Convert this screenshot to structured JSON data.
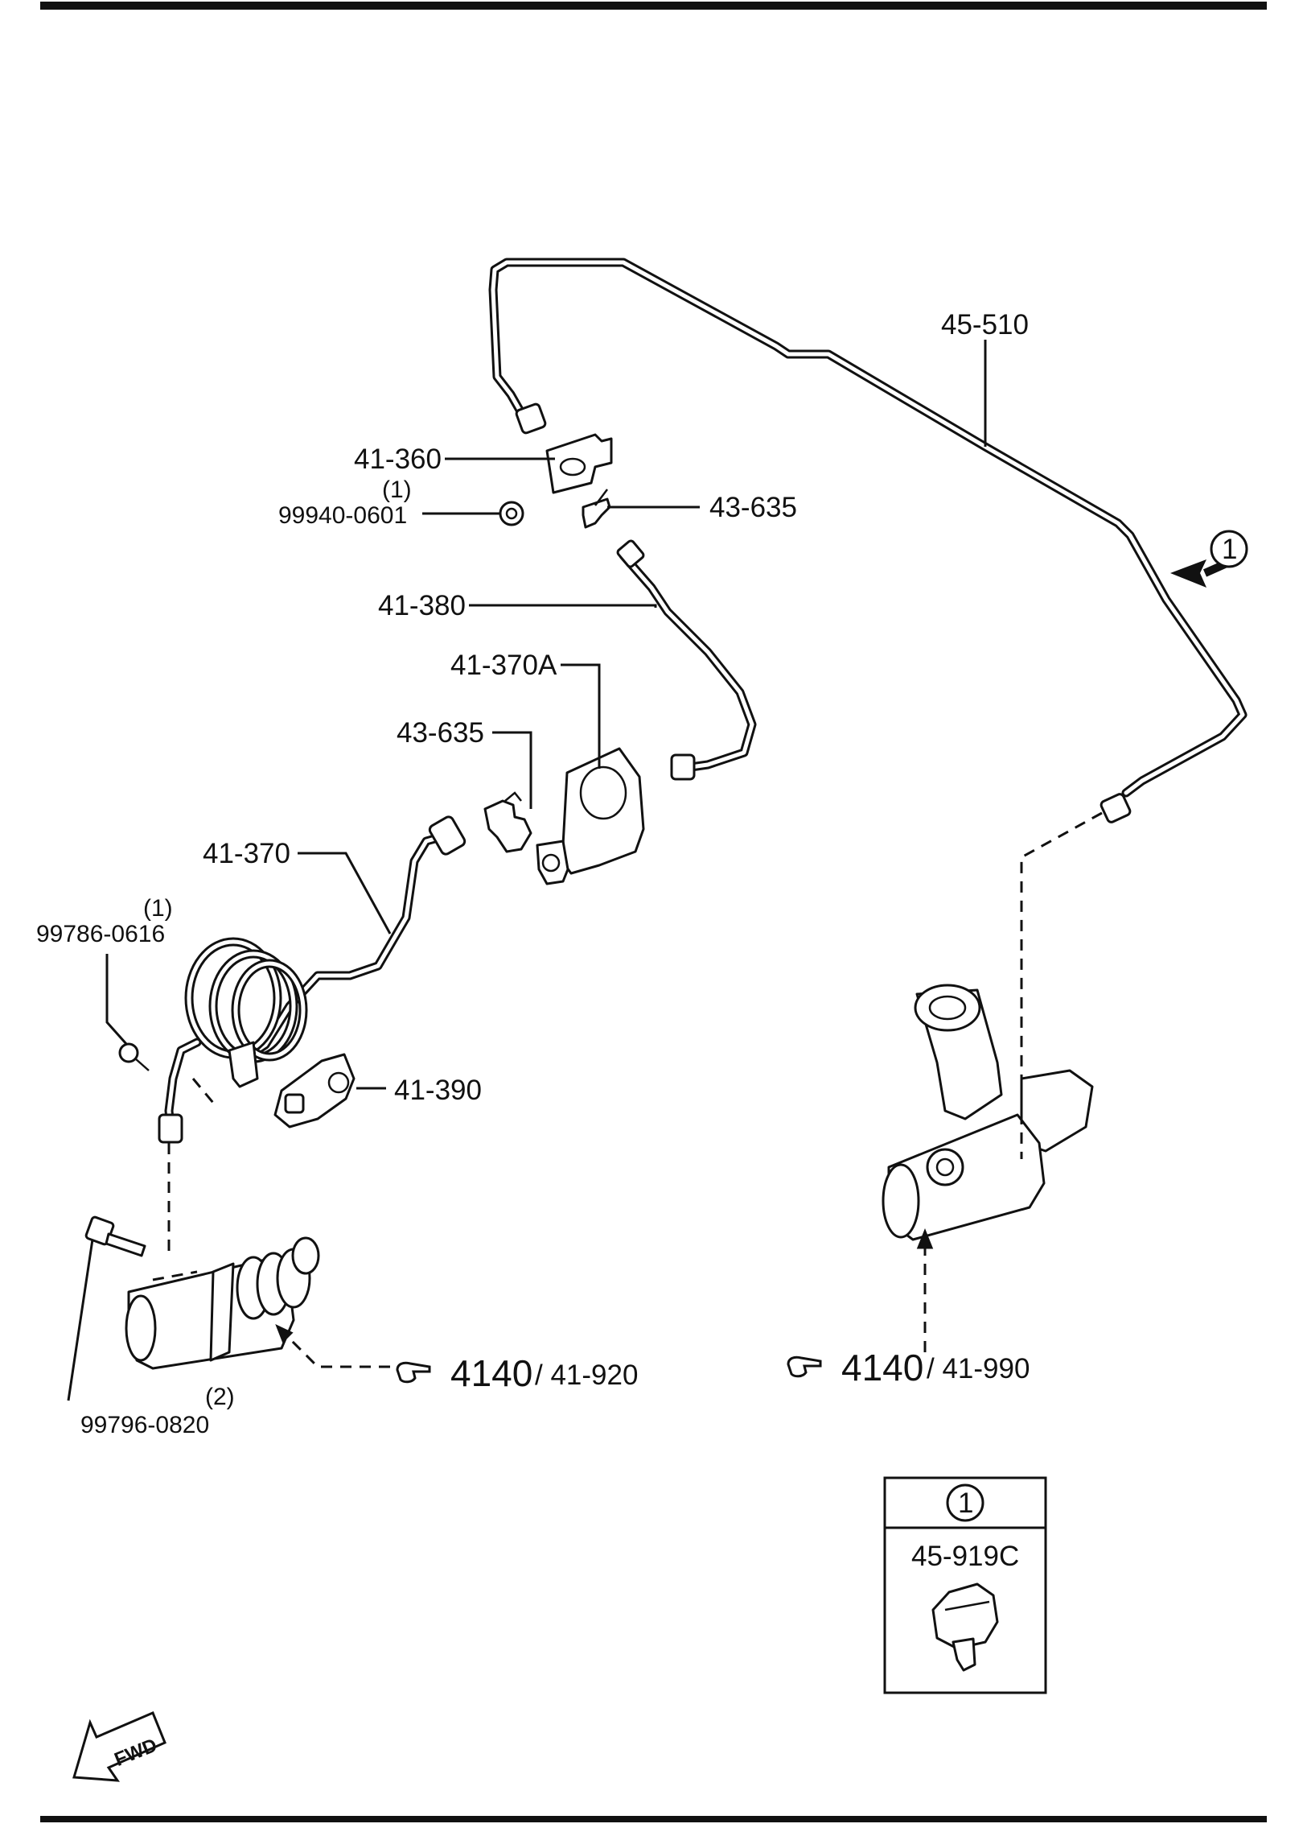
{
  "callouts": {
    "p45510": "45-510",
    "p41360": "41-360",
    "p99940_qty": "(1)",
    "p99940": "99940-0601",
    "p43635_top": "43-635",
    "p41380": "41-380",
    "p41370a": "41-370A",
    "p43635_mid": "43-635",
    "p41370": "41-370",
    "p99786_qty": "(1)",
    "p99786": "99786-0616",
    "p41390": "41-390",
    "p99796_qty": "(2)",
    "p99796": "99796-0820",
    "circle_ref": "1"
  },
  "references": {
    "ref1_group": "4140",
    "ref1_part": "/ 41-920",
    "ref2_group": "4140",
    "ref2_part": "/ 41-990"
  },
  "inset": {
    "circle_ref": "1",
    "part": "45-919C"
  },
  "fwd_label": "FWD"
}
